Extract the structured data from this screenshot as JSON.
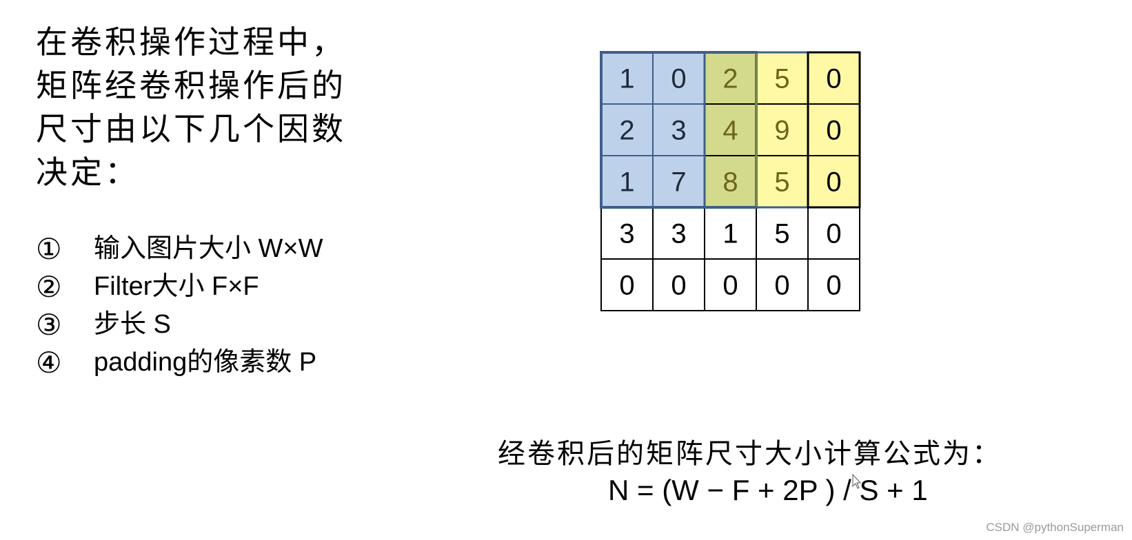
{
  "intro": {
    "lines": [
      "在卷积操作过程中，",
      "矩阵经卷积操作后的",
      "尺寸由以下几个因数",
      "决定："
    ]
  },
  "factors": [
    {
      "num": "①",
      "text": "输入图片大小 W×W"
    },
    {
      "num": "②",
      "text": "Filter大小 F×F"
    },
    {
      "num": "③",
      "text": "步长 S"
    },
    {
      "num": "④",
      "text": "padding的像素数 P"
    }
  ],
  "matrix": {
    "rows": [
      [
        "1",
        "0",
        "2",
        "5",
        "0"
      ],
      [
        "2",
        "3",
        "4",
        "9",
        "0"
      ],
      [
        "1",
        "7",
        "8",
        "5",
        "0"
      ],
      [
        "3",
        "3",
        "1",
        "5",
        "0"
      ],
      [
        "0",
        "0",
        "0",
        "0",
        "0"
      ]
    ],
    "colors": {
      "blue_fill": "#bdd1ea",
      "blue_border": "#3f5f8a",
      "yellow_fill": "#fff9a6",
      "overlap_fill": "#d4da8c",
      "overlap_border": "#7e8a4e",
      "overlap_text": "#6b6618",
      "yellow_text": "#6b6618",
      "grid_border": "#000000",
      "text": "#1d2a3a"
    }
  },
  "formula": {
    "title": "经卷积后的矩阵尺寸大小计算公式为：",
    "expression": "N = (W − F + 2P ) / S + 1"
  },
  "watermark": "CSDN @pythonSuperman"
}
